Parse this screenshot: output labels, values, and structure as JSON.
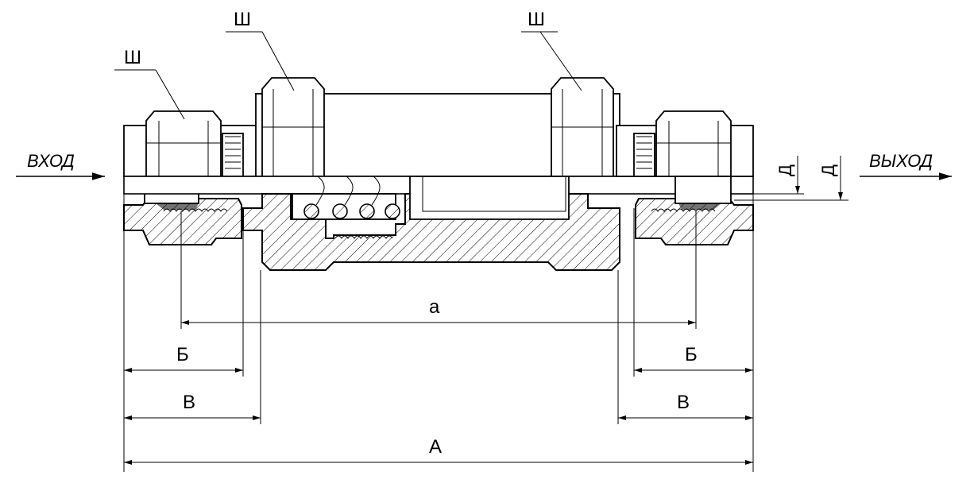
{
  "labels": {
    "inlet": "ВХОД",
    "outlet": "ВЫХОД",
    "wrench_left": "Ш",
    "wrench_mid_left": "Ш",
    "wrench_mid_right": "Ш",
    "dim_A": "А",
    "dim_a": "а",
    "dim_B_left": "Б",
    "dim_B_right": "Б",
    "dim_V_left": "В",
    "dim_V_right": "В",
    "dim_D1": "Д",
    "dim_D2": "Д"
  }
}
